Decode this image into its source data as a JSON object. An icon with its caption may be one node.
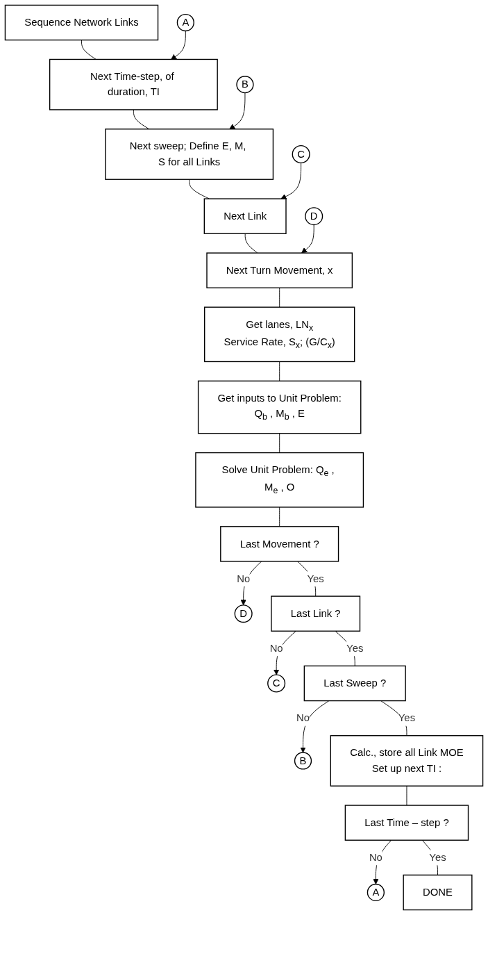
{
  "diagram": {
    "nodes": [
      {
        "text": [
          "Sequence Network Links"
        ]
      },
      {
        "text": [
          "A"
        ]
      },
      {
        "text": [
          "Next Time-step, of duration, TI"
        ]
      },
      {
        "text": [
          "B"
        ]
      },
      {
        "text": [
          "Next sweep; Define E, M, S for all Links"
        ]
      },
      {
        "text": [
          "C"
        ]
      },
      {
        "text": [
          "Next Link"
        ]
      },
      {
        "text": [
          "D"
        ]
      },
      {
        "text": [
          "Next Turn Movement, x"
        ]
      },
      {
        "text": [
          "Get lanes, LN$_{x}$",
          "Service Rate, S$_{x}$; (G/C$_{x}$)"
        ]
      },
      {
        "text": [
          "Get inputs to Unit Problem:",
          "Q$_{b}$ , M$_{b}$ , E"
        ]
      },
      {
        "text": [
          "Solve Unit Problem: Q$_{e}$ , M$_{e}$ , O"
        ]
      },
      {
        "text": [
          "Last Movement ?"
        ]
      },
      {
        "text": [
          "D"
        ]
      },
      {
        "text": [
          "Last Link ?"
        ]
      },
      {
        "text": [
          "C"
        ]
      },
      {
        "text": [
          "Last Sweep ?"
        ]
      },
      {
        "text": [
          "B"
        ]
      },
      {
        "text": [
          "Calc., store all Link MOE",
          "Set up next TI :"
        ]
      },
      {
        "text": [
          "Last Time – step ?"
        ]
      },
      {
        "text": [
          "A"
        ]
      },
      {
        "text": [
          "DONE"
        ]
      }
    ],
    "edges": [
      {
        "from": 0,
        "to": 2,
        "arrow": "none"
      },
      {
        "from": 1,
        "to": 2,
        "arrow": "to"
      },
      {
        "from": 2,
        "to": 4,
        "arrow": "none"
      },
      {
        "from": 3,
        "to": 4,
        "arrow": "to"
      },
      {
        "from": 4,
        "to": 6,
        "arrow": "none"
      },
      {
        "from": 5,
        "to": 6,
        "arrow": "to"
      },
      {
        "from": 6,
        "to": 8,
        "arrow": "none"
      },
      {
        "from": 7,
        "to": 8,
        "arrow": "to"
      },
      {
        "from": 8,
        "to": 9,
        "arrow": "none"
      },
      {
        "from": 9,
        "to": 10,
        "arrow": "none"
      },
      {
        "from": 10,
        "to": 11,
        "arrow": "none"
      },
      {
        "from": 11,
        "to": 12,
        "arrow": "none"
      },
      {
        "from": 12,
        "to": 13,
        "arrow": "to",
        "label": "No"
      },
      {
        "from": 12,
        "to": 14,
        "arrow": "none",
        "label": "Yes"
      },
      {
        "from": 14,
        "to": 15,
        "arrow": "to",
        "label": "No"
      },
      {
        "from": 14,
        "to": 16,
        "arrow": "none",
        "label": "Yes"
      },
      {
        "from": 16,
        "to": 17,
        "arrow": "to",
        "label": "No"
      },
      {
        "from": 16,
        "to": 18,
        "arrow": "none",
        "label": "Yes"
      },
      {
        "from": 18,
        "to": 19,
        "arrow": "none"
      },
      {
        "from": 19,
        "to": 20,
        "arrow": "to",
        "label": "No"
      },
      {
        "from": 19,
        "to": 21,
        "arrow": "none",
        "label": "Yes"
      }
    ]
  }
}
